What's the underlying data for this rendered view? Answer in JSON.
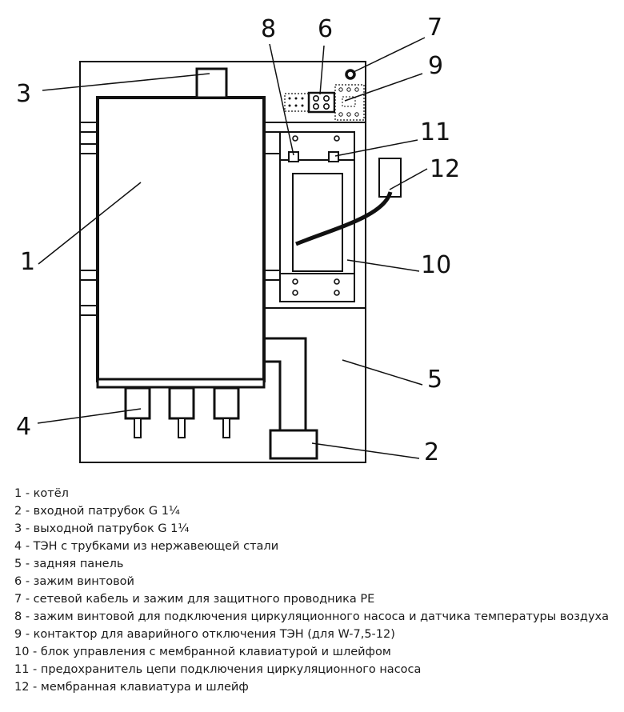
{
  "diagram": {
    "callouts": {
      "c1": "1",
      "c2": "2",
      "c3": "3",
      "c4": "4",
      "c5": "5",
      "c6": "6",
      "c7": "7",
      "c8": "8",
      "c9": "9",
      "c10": "10",
      "c11": "11",
      "c12": "12"
    }
  },
  "legend": {
    "items": [
      "1 - котёл",
      "2 - входной патрубок G 1¼",
      "3 - выходной патрубок G 1¼",
      "4 - ТЭН с трубками из нержавеющей стали",
      "5 - задняя панель",
      "6 - зажим винтовой",
      "7 - сетевой кабель и зажим для защитного проводника PE",
      "8 - зажим винтовой для подключения циркуляционного насоса и датчика температуры воздуха",
      "9 - контактор для аварийного отключения ТЭН (для W-7,5-12)",
      "10 - блок управления с мембранной клавиатурой и шлейфом",
      "11 - предохранитель цепи подключения циркуляционного насоса",
      "12 - мембранная клавиатура и шлейф"
    ]
  }
}
